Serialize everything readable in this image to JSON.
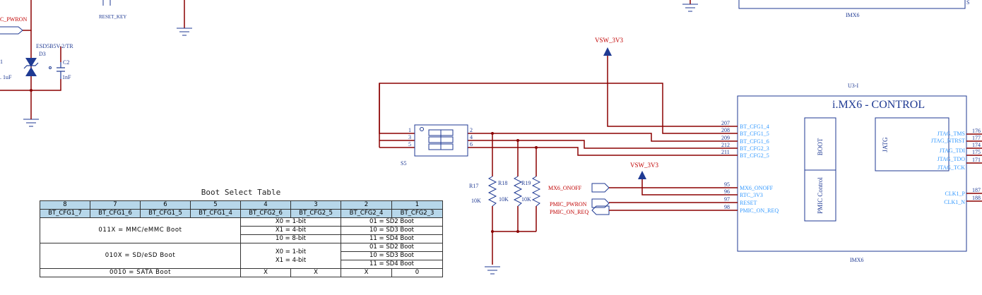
{
  "top_left": {
    "net_c_pwron": "C_PWRON",
    "reset_key": "RESET_KEY",
    "d3_part": "ESD5B5V-2/TR",
    "d3_ref": "D3",
    "num_1": "1",
    "cap_val_left": ". 1uF",
    "c2_ref": "C2",
    "c2_val": "1nF"
  },
  "top_right": {
    "imx6_label": "IMX6",
    "s_label": "S"
  },
  "power": {
    "vsw_top": "VSW_3V3",
    "vsw_mid": "VSW_3V3"
  },
  "switch": {
    "ref": "S5",
    "pins_left": [
      "1",
      "3",
      "5"
    ],
    "pins_right": [
      "2",
      "4",
      "6"
    ]
  },
  "resistors": [
    {
      "ref": "R17",
      "val": "10K"
    },
    {
      "ref": "R18",
      "val": "10K"
    },
    {
      "ref": "R19",
      "val": "10K"
    }
  ],
  "ports": {
    "mx6_onoff": "MX6_ONOFF",
    "pmic_pwron": "PMIC_PWRON",
    "pmic_on_req": "PMIC_ON_REQ"
  },
  "chip": {
    "ref": "U3-I",
    "title": "i.MX6 - CONTROL",
    "footer": "IMX6",
    "boot_box": "BOOT",
    "pmic_box": "PMIC Control",
    "jatg_box": "JATG",
    "left_pins": [
      {
        "num": "207",
        "name": "BT_CFG1_4"
      },
      {
        "num": "208",
        "name": "BT_CFG1_5"
      },
      {
        "num": "209",
        "name": "BT_CFG1_6"
      },
      {
        "num": "212",
        "name": "BT_CFG2_3"
      },
      {
        "num": "211",
        "name": "BT_CFG2_5"
      }
    ],
    "pmic_pins": [
      {
        "num": "95",
        "name": "MX6_ONOFF"
      },
      {
        "num": "96",
        "name": "RTC_3V3"
      },
      {
        "num": "97",
        "name": "RESET"
      },
      {
        "num": "98",
        "name": "PMIC_ON_REQ"
      }
    ],
    "right_pins": [
      {
        "num": "176",
        "name": "JTAG_TMS"
      },
      {
        "num": "177",
        "name": "JTAG_NTRST"
      },
      {
        "num": "174",
        "name": "JTAG_TDI"
      },
      {
        "num": "175",
        "name": "JTAG_TDO"
      },
      {
        "num": "171",
        "name": "JTAG_TCK"
      },
      {
        "num": "187",
        "name": "CLK1_P"
      },
      {
        "num": "188",
        "name": "CLK1_N"
      }
    ]
  },
  "boot_table": {
    "title": "Boot Select Table",
    "pin_numbers": [
      "8",
      "7",
      "6",
      "5",
      "4",
      "3",
      "2",
      "1"
    ],
    "cfg_names": [
      "BT_CFG1_7",
      "BT_CFG1_6",
      "BT_CFG1_5",
      "BT_CFG1_4",
      "BT_CFG2_6",
      "BT_CFG2_5",
      "BT_CFG2_4",
      "BT_CFG2_3"
    ],
    "mmc": {
      "mode": "011X = MMC/eMMC Boot",
      "width": [
        "X0 = 1-bit",
        "X1 = 4-bit",
        "10 = 8-bit"
      ],
      "port": [
        "01 = SD2 Boot",
        "10 = SD3 Boot",
        "11 = SD4 Boot"
      ]
    },
    "sd": {
      "mode": "010X = SD/eSD Boot",
      "width": [
        "X0 = 1-bit",
        "X1 = 4-bit"
      ],
      "port": [
        "01 = SD2 Boot",
        "10 = SD3 Boot",
        "11 = SD4 Boot"
      ]
    },
    "sata": {
      "mode": "0010 = SATA Boot",
      "cols": [
        "X",
        "X",
        "X",
        "0"
      ]
    }
  }
}
